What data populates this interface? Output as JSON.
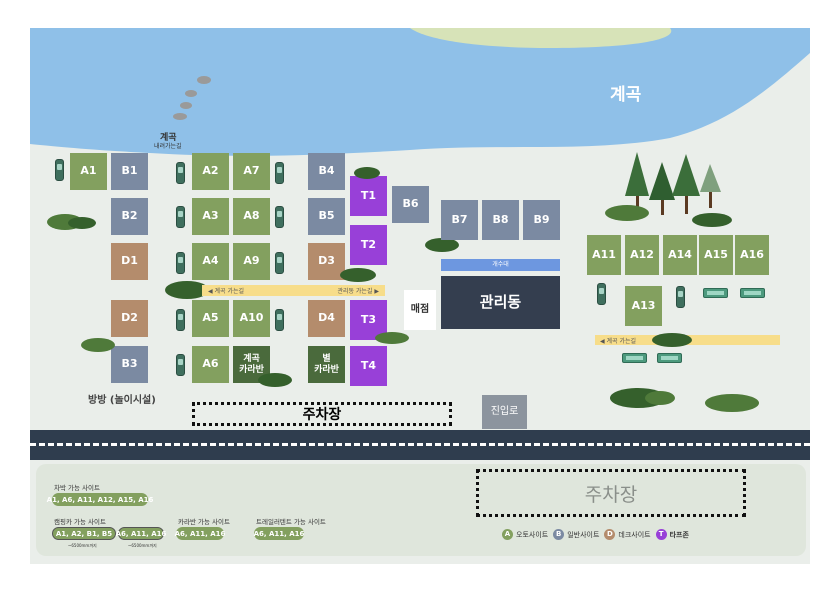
{
  "river_label": "계곡",
  "valley_path_label": "계곡",
  "valley_path_sub": "내려가는길",
  "playground_label": "방방 (놀이시설)",
  "store_label": "매점",
  "office_label": "관리동",
  "water_station_label": "개수대",
  "entrance_label": "진입로",
  "parking_main_label": "주차장",
  "parking_lower_label": "주차장",
  "path_valley_left": "◀ 계곡 가는길",
  "path_office": "관리동 가는길 ▶",
  "path_valley_right": "◀ 계곡 가는길",
  "sites": {
    "A1": "A1",
    "B1": "B1",
    "B2": "B2",
    "D1": "D1",
    "D2": "D2",
    "B3": "B3",
    "A2": "A2",
    "A3": "A3",
    "A4": "A4",
    "A5": "A5",
    "A6": "A6",
    "A7": "A7",
    "A8": "A8",
    "A9": "A9",
    "A10": "A10",
    "K1": "계곡\n카라반",
    "B4": "B4",
    "B5": "B5",
    "D3": "D3",
    "D4": "D4",
    "K2": "별\n카라반",
    "T1": "T1",
    "T2": "T2",
    "T3": "T3",
    "T4": "T4",
    "B6": "B6",
    "B7": "B7",
    "B8": "B8",
    "B9": "B9",
    "A11": "A11",
    "A12": "A12",
    "A14": "A14",
    "A15": "A15",
    "A16": "A16",
    "A13": "A13"
  },
  "legend_info": {
    "tarp_title": "차박 가능 사이트",
    "tarp_sites": "A1, A6, A11, A12, A15, A16",
    "campingcar_title": "캠핑카 가능 사이트",
    "campingcar_sites_1": "A1, A2, B1, B5",
    "campingcar_sites_2": "A6, A11, A16",
    "campingcar_note_1": "~6500mm까지",
    "campingcar_note_2": "~6500mm까지",
    "caravan_title": "카라반 가능 사이트",
    "caravan_sites": "A6, A11, A16",
    "trailer_title": "트레일러텐트 가능 사이트",
    "trailer_sites": "A6, A11, A16"
  },
  "site_legend": [
    {
      "letter": "A",
      "label": "오토사이트",
      "color": "#83a05f"
    },
    {
      "letter": "B",
      "label": "일반사이트",
      "color": "#7b8aa2"
    },
    {
      "letter": "D",
      "label": "데크사이트",
      "color": "#b48c6c"
    },
    {
      "letter": "T",
      "label": "타프존",
      "color": "#9840d8"
    }
  ],
  "colors": {
    "auto": "#83a05f",
    "general": "#7b8aa2",
    "deck": "#b48c6c",
    "tarp": "#9840d8",
    "office": "#343e4f",
    "river": "#8fc0e8",
    "road": "#2f3d4e"
  }
}
